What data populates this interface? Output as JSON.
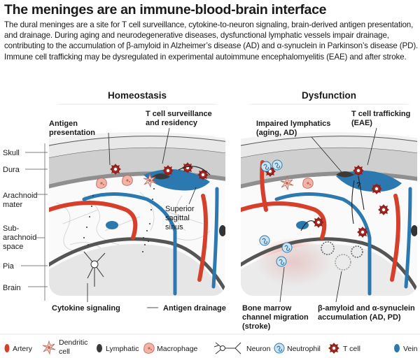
{
  "title": "The meninges are an immune-blood-brain interface",
  "intro": "The dural meninges are a site for T cell surveillance, cytokine-to-neuron signaling, brain-derived antigen presentation, and drainage. During aging and neurodegenerative diseases, dysfunctional lymphatic vessels impair drainage, contributing to the accumulation of β-amyloid in Alzheimer’s disease (AD) and α-synuclein in Parkinson’s disease (PD). Immune cell trafficking may be dysregulated in experimental autoimmune encephalomyelitis (EAE) and after stroke.",
  "panels": {
    "left_title": "Homeostasis",
    "right_title": "Dysfunction"
  },
  "layers": {
    "skull": "Skull",
    "dura": "Dura",
    "arachnoid_1": "Arachnoid",
    "arachnoid_2": "mater",
    "sub_1": "Sub-",
    "sub_2": "arachnoid",
    "sub_3": "space",
    "pia": "Pia",
    "brain": "Brain"
  },
  "callouts": {
    "antigen_presentation_1": "Antigen",
    "antigen_presentation_2": "presentation",
    "tcell_surv_1": "T cell surveillance",
    "tcell_surv_2": "and residency",
    "sinus_1": "Superior",
    "sinus_2": "sagittal",
    "sinus_3": "sinus",
    "cytokine": "Cytokine signaling",
    "drainage": "Antigen drainage",
    "impaired_1": "Impaired lymphatics",
    "impaired_2": "(aging, AD)",
    "trafficking_1": "T cell trafficking",
    "trafficking_2": "(EAE)",
    "question": "?",
    "bone_1": "Bone marrow",
    "bone_2": "channel migration",
    "bone_3": "(stroke)",
    "amyloid_1": "β-amyloid and α-synuclein",
    "amyloid_2": "accumulation (AD, PD)"
  },
  "legend": {
    "artery": "Artery",
    "dendritic_1": "Dendritic",
    "dendritic_2": "cell",
    "lymphatic": "Lymphatic",
    "macrophage": "Macrophage",
    "neuron": "Neuron",
    "neutrophil": "Neutrophil",
    "tcell": "T cell",
    "vein": "Vein"
  },
  "colors": {
    "artery": "#d6402b",
    "vein": "#2b79b0",
    "tcell": "#a52a24",
    "lymphatic": "#3a3a3a",
    "macrophage": "#f3b3a6",
    "neutrophil": "#cfe3ef",
    "skull": "#e6e6e6",
    "dura": "#cfcfcf"
  }
}
